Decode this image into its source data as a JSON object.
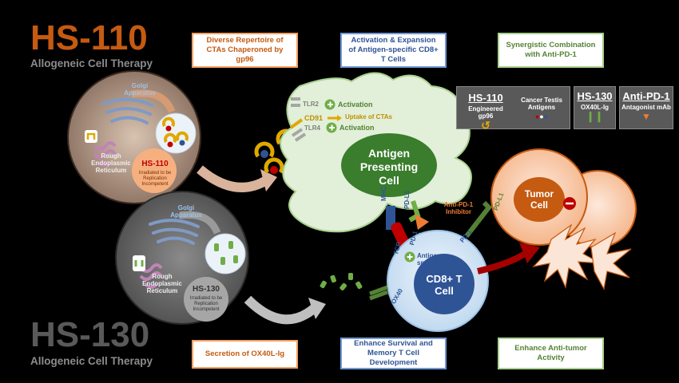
{
  "hs110": {
    "title": "HS-110",
    "subtitle": "Allogeneic Cell Therapy",
    "color": "#c55a11"
  },
  "hs130": {
    "title": "HS-130",
    "subtitle": "Allogeneic Cell Therapy",
    "color": "#595959"
  },
  "cell_top": {
    "golgi": "Golgi Apparatus",
    "rer": "Rough Endoplasmic Reticulum",
    "label": "HS-110",
    "note": "Irradiated to be Replication Incompetent"
  },
  "cell_bottom": {
    "golgi": "Golgi Apparatus",
    "rer": "Rough Endoplasmic Reticulum",
    "label": "HS-130",
    "note": "Irradiated to be Replication Incompetent"
  },
  "boxes": {
    "top": [
      "Diverse Repertoire of CTAs Chaperoned by gp96",
      "Activation & Expansion of Antigen-specific CD8+ T Cells",
      "Synergistic Combination with Anti-PD-1"
    ],
    "bottom": [
      "Secretion of OX40L-Ig",
      "Enhance Survival and Memory T Cell Development",
      "Enhance Anti-tumor Activity"
    ]
  },
  "legend": {
    "hs110": {
      "title": "HS-110",
      "col1": "Engineered gp96",
      "col2": "Cancer Testis Antigens"
    },
    "hs130": {
      "title": "HS-130",
      "sub": "OX40L-Ig"
    },
    "antipd1": {
      "title": "Anti-PD-1",
      "sub": "Antagonist mAb"
    }
  },
  "apc": {
    "name": "Antigen Presenting Cell",
    "tlr2": "TLR2",
    "tlr2_action": "Activation",
    "cd91": "CD91",
    "cd91_action": "Uptake of CTAs",
    "tlr4": "TLR4",
    "tlr4_action": "Activation",
    "mhc": "MHC",
    "pdl1": "PD-L1"
  },
  "inhibitor": "Anti-PD-1 Inhibitor",
  "tcell": {
    "name": "CD8+ T Cell",
    "tcr": "TCR",
    "pd1": "PD-1",
    "antigen": "Antigen-specific",
    "ox40": "OX40",
    "pd1_right": "PD-1"
  },
  "tumor": {
    "name": "Tumor Cell",
    "pdl1": "PD-L1"
  },
  "colors": {
    "orange": "#c55a11",
    "blue": "#2f5496",
    "green": "#548235",
    "apc_fill": "#e2efd9",
    "apc_nucleus": "#3a7d2c",
    "tcell_fill": "#deebf7",
    "tumor_fill": "#fbe5d6"
  }
}
